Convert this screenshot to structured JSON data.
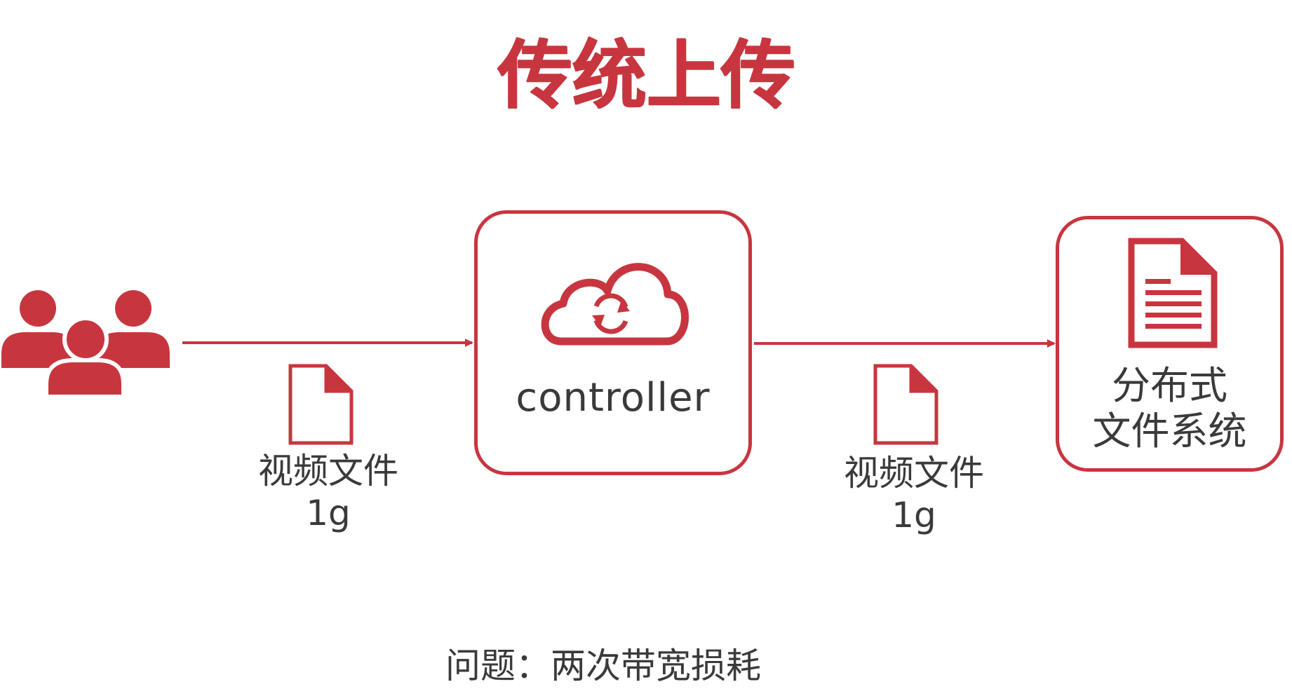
{
  "title": "传统上传",
  "nodes": {
    "users": {
      "icon": "users-group-icon"
    },
    "controller": {
      "label": "controller",
      "icon": "cloud-sync-icon"
    },
    "dfs": {
      "label_line1": "分布式",
      "label_line2": "文件系统",
      "icon": "document-icon"
    }
  },
  "transfers": [
    {
      "icon": "file-icon",
      "name": "视频文件",
      "size": "1g"
    },
    {
      "icon": "file-icon",
      "name": "视频文件",
      "size": "1g"
    }
  ],
  "problem": "问题：两次带宽损耗",
  "colors": {
    "accent": "#c7363f",
    "text": "#3a3a3a",
    "background": "#ffffff"
  }
}
